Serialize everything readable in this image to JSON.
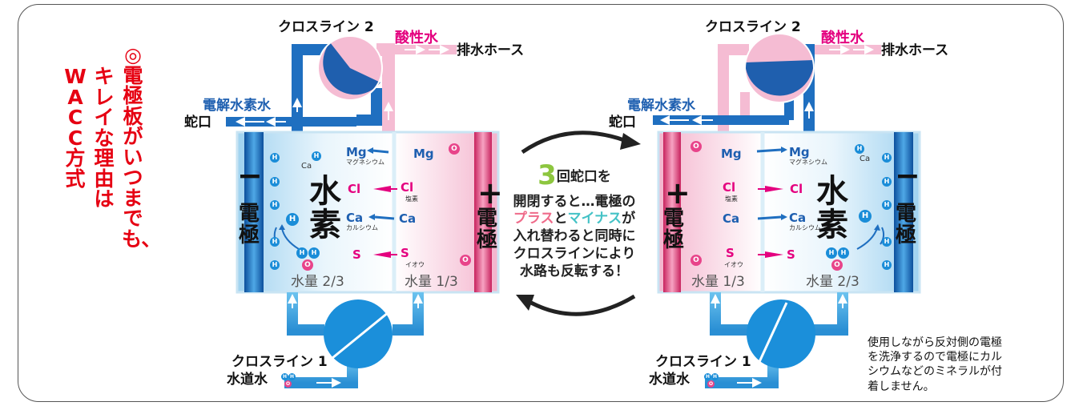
{
  "title_lines": [
    "◎電極板がいつまでも、",
    "キレイな理由は",
    "WACC方式"
  ],
  "left": {
    "cross_line_2": "クロスライン 2",
    "acid_water": "酸性水",
    "drain_hose": "排水ホース",
    "electrolyzed_hydrogen_water": "電解水素水",
    "faucet": "蛇口",
    "minus": "−",
    "plus": "+",
    "electrode": "電極",
    "hydrogen": "水素",
    "ions": {
      "mg": "Mg",
      "magnesium": "マグネシウム",
      "cl": "Cl",
      "chlorine": "塩素",
      "ca": "Ca",
      "calcium": "カルシウム",
      "s": "S",
      "sulfur": "イオウ"
    },
    "qty_left": "水量 2/3",
    "qty_right": "水量 1/3",
    "cross_line_1": "クロスライン 1",
    "tap_water": "水道水",
    "h_symbol": "H",
    "o_symbol": "O"
  },
  "right": {
    "cross_line_2": "クロスライン 2",
    "acid_water": "酸性水",
    "drain_hose": "排水ホース",
    "electrolyzed_hydrogen_water": "電解水素水",
    "faucet": "蛇口",
    "minus": "−",
    "plus": "+",
    "electrode": "電極",
    "hydrogen": "水素",
    "ions": {
      "mg": "Mg",
      "magnesium": "マグネシウム",
      "cl": "Cl",
      "chlorine": "塩素",
      "ca": "Ca",
      "calcium": "カルシウム",
      "s": "S",
      "sulfur": "イオウ"
    },
    "qty_left": "水量 1/3",
    "qty_right": "水量 2/3",
    "cross_line_1": "クロスライン 1",
    "tap_water": "水道水",
    "h_symbol": "H",
    "o_symbol": "O"
  },
  "center": {
    "number": "3",
    "line1": "回蛇口を",
    "line2": "開閉すると…電極の",
    "plus_word": "プラス",
    "to": "と",
    "minus_word": "マイナス",
    "ga": "が",
    "line4": "入れ替わると同時に",
    "line5": "クロスラインにより",
    "line6": "水路も反転する！"
  },
  "note_lines": [
    "使用しながら反対側の電極",
    "を洗浄するので電極にカル",
    "シウムなどのミネラルが付",
    "着しません。"
  ],
  "colors": {
    "title_red": "#e60012",
    "pipe_blue": "#1f6fc0",
    "pipe_pink": "#f5bcd3",
    "acid_magenta": "#e4007f",
    "hydrogen_water_blue": "#1e5fb0",
    "plus_pink": "#ef6b8a",
    "minus_teal": "#44c2c6",
    "three_green": "#8dc63f"
  }
}
